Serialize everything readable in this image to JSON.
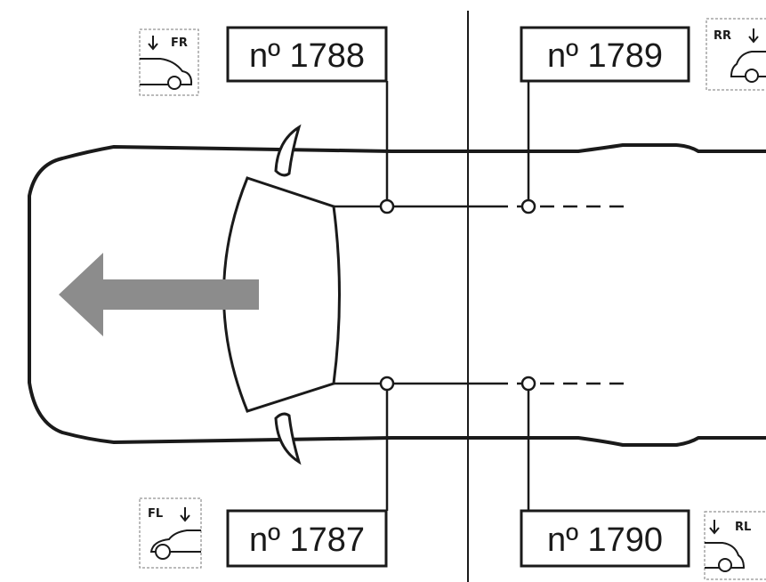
{
  "labels": {
    "front_right": "nº 1788",
    "rear_right": "nº 1789",
    "front_left": "nº 1787",
    "rear_left": "nº 1790"
  },
  "icons": {
    "front_right": "FR",
    "rear_right": "RR",
    "front_left": "FL",
    "rear_left": "RL"
  },
  "colors": {
    "line": "#1a1a1a",
    "arrow": "#8c8c8c"
  }
}
